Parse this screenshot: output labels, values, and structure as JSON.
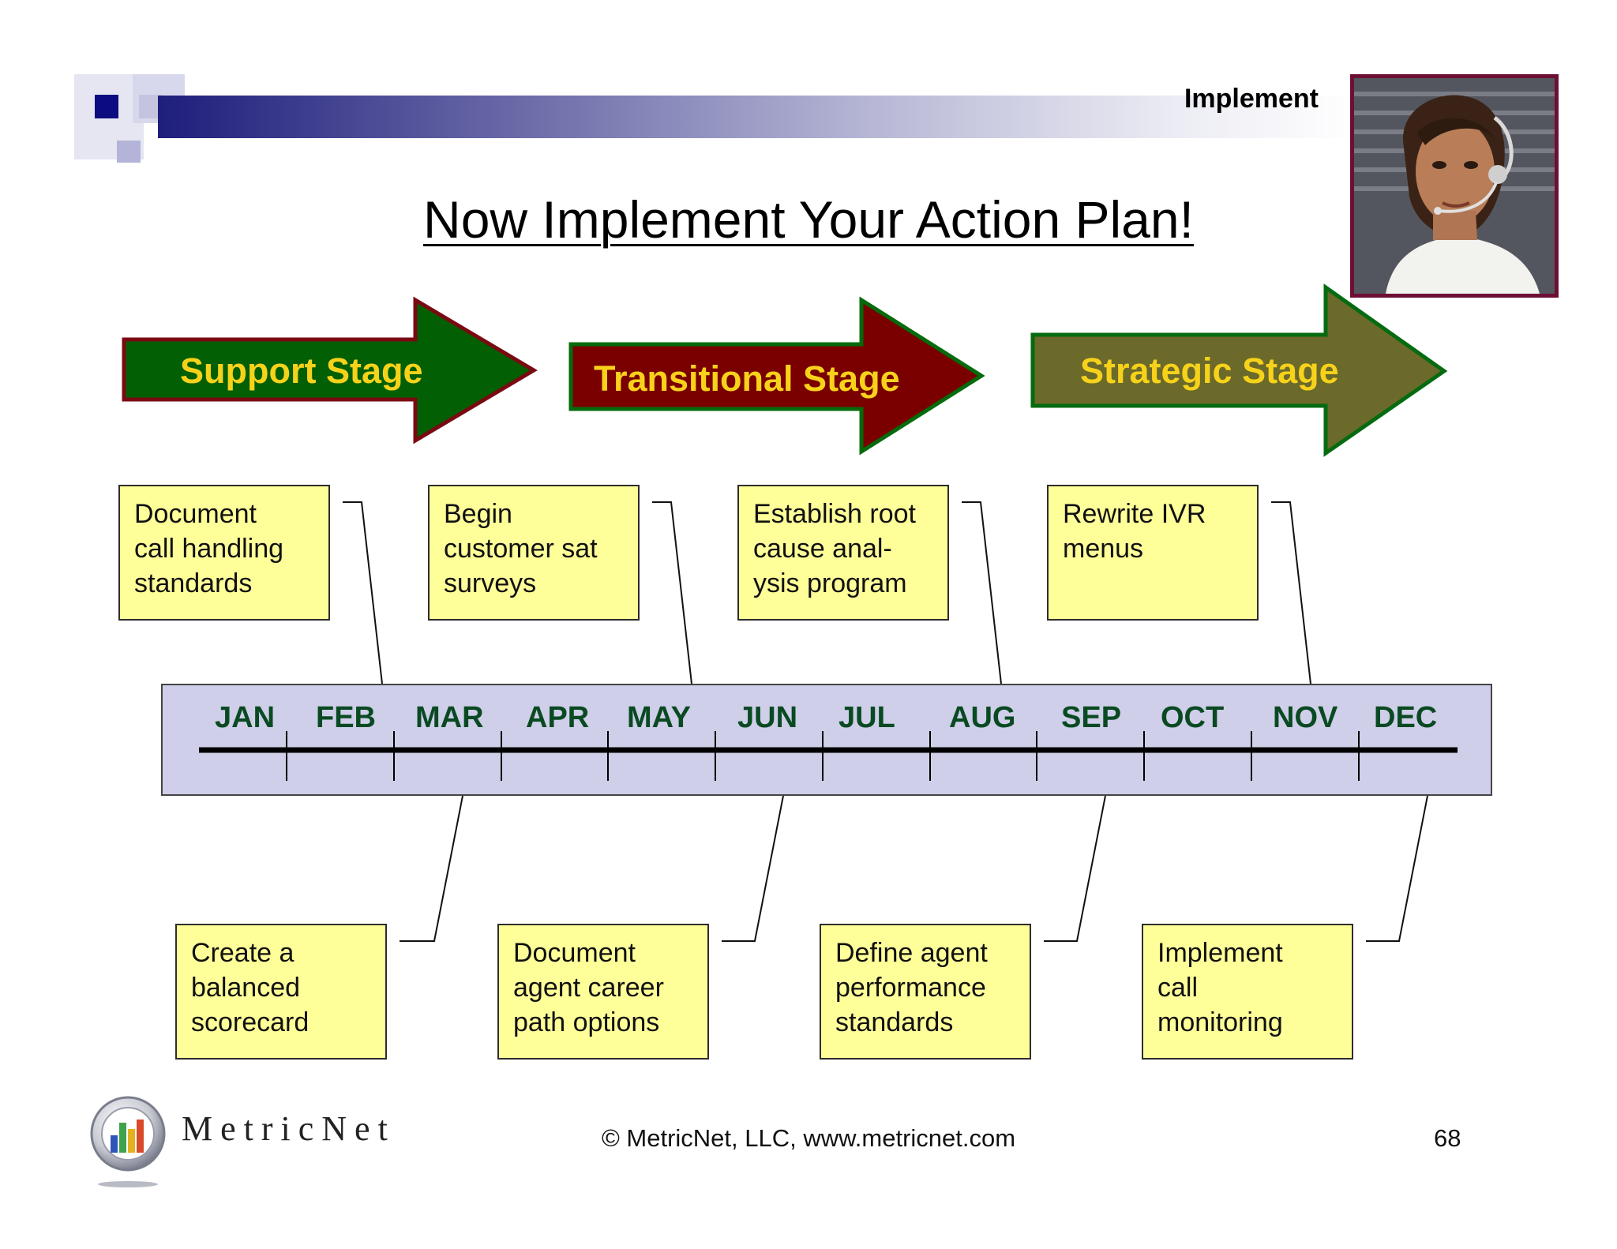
{
  "header": {
    "section": "Implement"
  },
  "title": "Now Implement Your Action Plan!",
  "colors": {
    "support_fill": "#035f04",
    "support_border": "#7a0a12",
    "transitional_fill": "#7a0000",
    "transitional_border": "#036b0b",
    "strategic_fill": "#6b6a2a",
    "strategic_border": "#046b10",
    "stage_text": "#f7d21a",
    "note_fill": "#ffff99",
    "timeline_fill": "#cfcfe9",
    "month_text": "#0a4a22"
  },
  "stages": [
    {
      "label": "Support Stage"
    },
    {
      "label": "Transitional Stage"
    },
    {
      "label": "Strategic Stage"
    }
  ],
  "top_notes": [
    {
      "text": "Document\ncall handling\nstandards",
      "month": "FEB-MAR"
    },
    {
      "text": "Begin\ncustomer sat\nsurveys",
      "month": "MAY-JUN"
    },
    {
      "text": "Establish root\ncause anal-\nysis program",
      "month": "AUG-SEP"
    },
    {
      "text": "Rewrite IVR\nmenus",
      "month": "NOV-DEC"
    }
  ],
  "bottom_notes": [
    {
      "text": "Create a\nbalanced\nscorecard",
      "month": "MAR-APR"
    },
    {
      "text": "Document\nagent career\npath options",
      "month": "JUN-JUL"
    },
    {
      "text": "Define agent\nperformance\nstandards",
      "month": "SEP-OCT"
    },
    {
      "text": "Implement\ncall\nmonitoring",
      "month": "DEC"
    }
  ],
  "months": [
    "JAN",
    "FEB",
    "MAR",
    "APR",
    "MAY",
    "JUN",
    "JUL",
    "AUG",
    "SEP",
    "OCT",
    "NOV",
    "DEC"
  ],
  "footer": {
    "brand": "MetricNet",
    "copyright": "© MetricNet, LLC, www.metricnet.com",
    "page": "68"
  },
  "icons": [
    "corner-squares-icon",
    "header-gradient-bar",
    "headset-agent-photo",
    "metricnet-logo-icon"
  ]
}
